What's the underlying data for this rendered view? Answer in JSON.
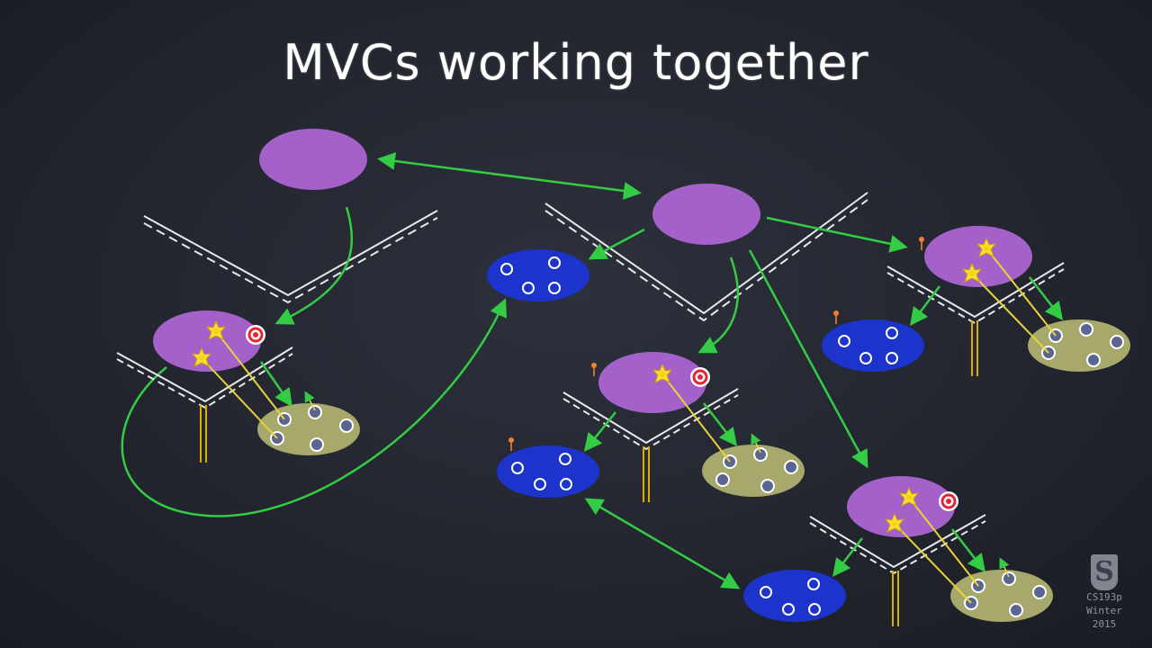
{
  "title": "MVCs working together",
  "logo": {
    "mark": "S",
    "course": "CS193p",
    "term": "Winter 2015"
  },
  "colors": {
    "background": "#23262f",
    "controller": "#a361c9",
    "view": "#1c33cc",
    "view_dot": "#ffffff",
    "model": "#a7a86b",
    "arrow": "#33cc44",
    "target_action": "#e6d43a",
    "target_red": "#e22636",
    "chalk": "#e9e9e9",
    "marker": "#f08030"
  },
  "icons": [
    "star-action-icon",
    "target-icon",
    "marker-pin-icon",
    "stanford-logo-icon"
  ]
}
